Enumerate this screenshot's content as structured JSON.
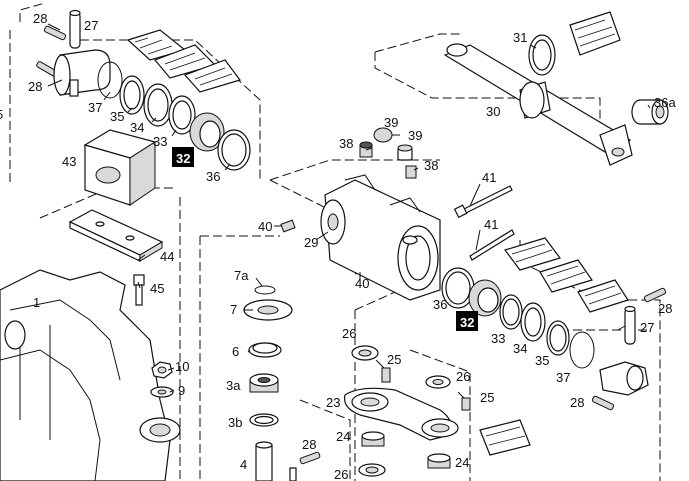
{
  "diagram": {
    "part_numbers": {
      "p28_top": "28",
      "p27_top": "27",
      "p28_mid": "28",
      "p37_left": "37",
      "p35_left": "35",
      "p34_left": "34",
      "p33_left": "33",
      "p32_left": "32",
      "p36_left": "36",
      "p43": "43",
      "p44": "44",
      "p45": "45",
      "p1": "1",
      "p10": "10",
      "p9": "9",
      "p7a": "7a",
      "p7": "7",
      "p6": "6",
      "p3a": "3a",
      "p3b": "3b",
      "p4": "4",
      "p28_bottom": "28",
      "p31": "31",
      "p30": "30",
      "p36a": "36a",
      "p38_a": "38",
      "p39_a": "39",
      "p39_b": "39",
      "p38_b": "38",
      "p41_a": "41",
      "p41_b": "41",
      "p40_a": "40",
      "p40_b": "40",
      "p29": "29",
      "p36_right": "36",
      "p32_right": "32",
      "p33_right": "33",
      "p34_right": "34",
      "p35_right": "35",
      "p37_right": "37",
      "p28_right_top": "28",
      "p27_right": "27",
      "p28_right_bottom": "28",
      "p26_a": "26",
      "p25_a": "25",
      "p26_b": "26",
      "p25_b": "25",
      "p23": "23",
      "p24_a": "24",
      "p24_b": "24",
      "p26_c": "26",
      "p5_edge": "5"
    }
  }
}
